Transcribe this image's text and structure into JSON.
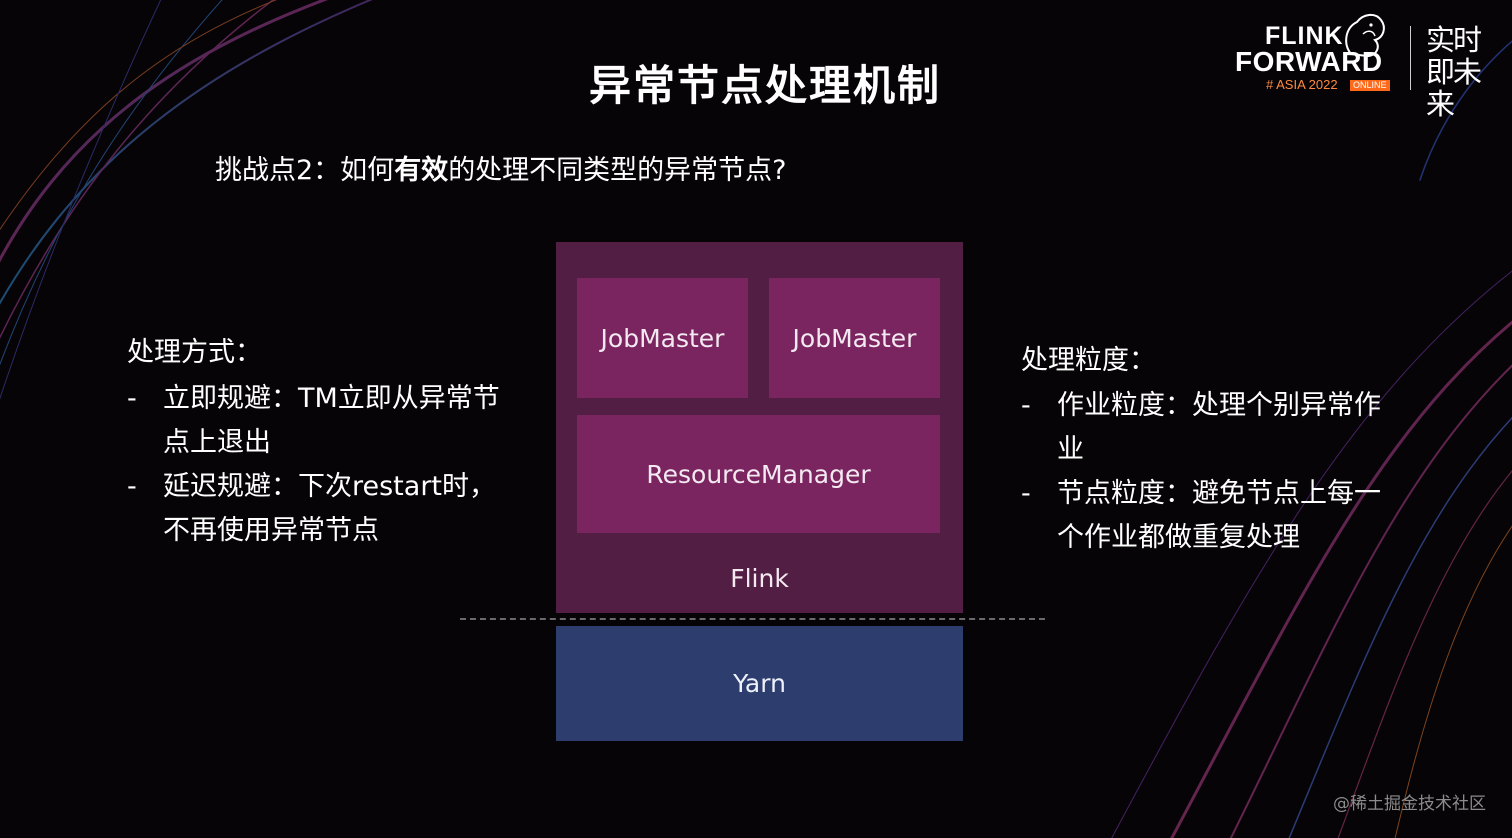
{
  "slide": {
    "title": "异常节点处理机制",
    "subtitle": {
      "prefix": "挑战点2：如何",
      "emphasis": "有效",
      "suffix": "的处理不同类型的异常节点?"
    }
  },
  "left_column": {
    "title": "处理方式：",
    "items": [
      {
        "dash": "-",
        "text": "立即规避：TM立即从异常节点上退出"
      },
      {
        "dash": "-",
        "text": "延迟规避：下次restart时，不再使用异常节点"
      }
    ]
  },
  "right_column": {
    "title": "处理粒度：",
    "items": [
      {
        "dash": "-",
        "text": "作业粒度：处理个别异常作业"
      },
      {
        "dash": "-",
        "text": "节点粒度：避免节点上每一个作业都做重复处理"
      }
    ]
  },
  "diagram": {
    "jobmaster_1": "JobMaster",
    "jobmaster_2": "JobMaster",
    "resource_manager": "ResourceManager",
    "flink": "Flink",
    "yarn": "Yarn"
  },
  "logo": {
    "line1": "FLINK",
    "line2": "FORWARD",
    "event": "# ASIA 2022",
    "badge": "ONLINE",
    "slogan": "实时即未来"
  },
  "watermark": "@稀土掘金技术社区",
  "colors": {
    "flink_outer": "#521e44",
    "flink_inner": "#7a2560",
    "yarn": "#2c3d6e",
    "background": "#060406",
    "accent_orange": "#ff6a1a"
  }
}
